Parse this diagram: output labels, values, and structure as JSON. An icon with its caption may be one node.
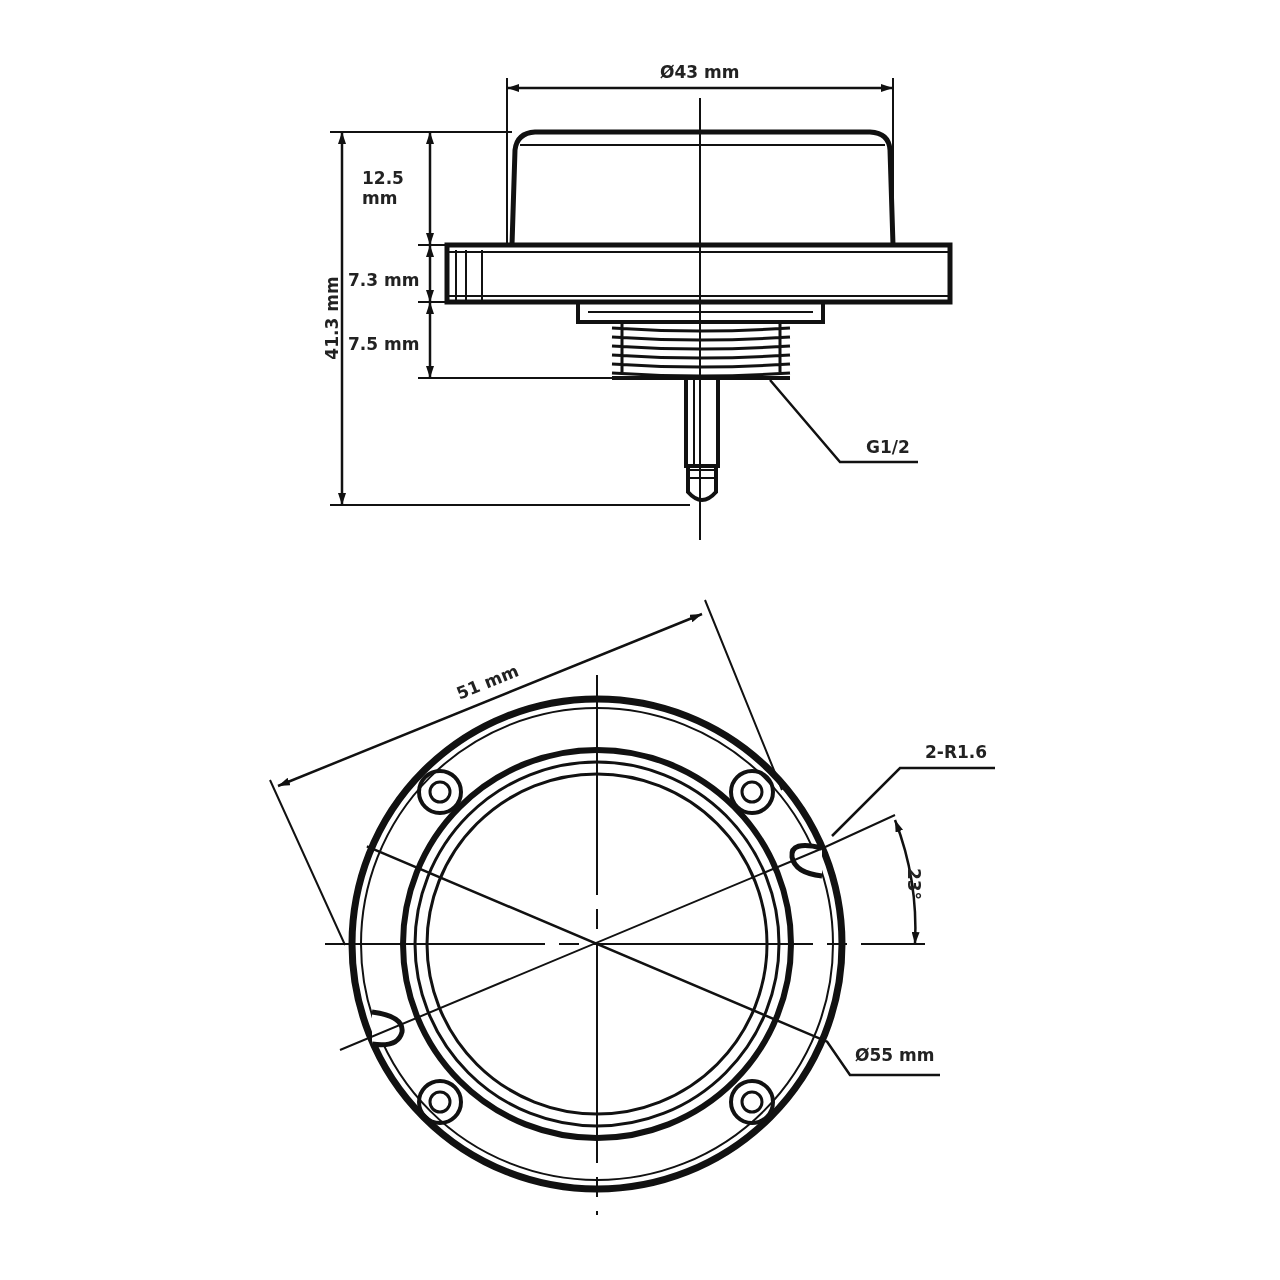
{
  "diagram": {
    "nodes": [
      {
        "text": [
          "G1/2"
        ]
      },
      {
        "text": [
          "2-R1.6"
        ]
      }
    ],
    "edges": [
      {
        "from": 0,
        "to": null,
        "arrow": "none"
      },
      {
        "from": 1,
        "to": null,
        "arrow": "none"
      }
    ],
    "labels": [
      "Ø43 mm",
      "12.5 mm",
      "7.3 mm",
      "41.3 mm",
      "7.5 mm",
      "51 mm",
      "23°",
      "Ø55 mm"
    ]
  }
}
